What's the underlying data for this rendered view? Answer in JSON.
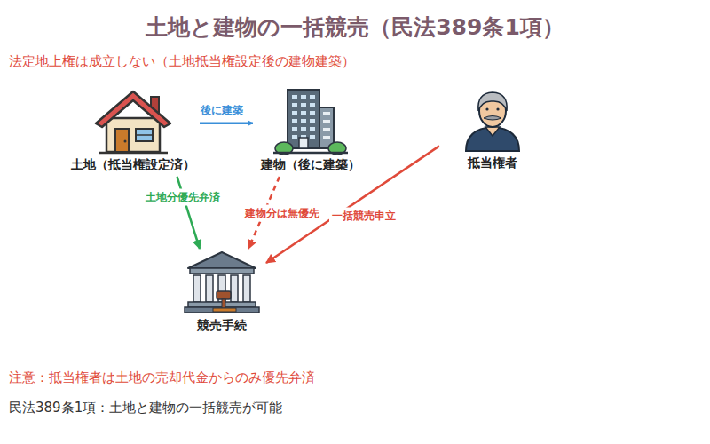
{
  "diagram": {
    "title": "土地と建物の一括競売（民法389条1項）",
    "nodes": [
      {
        "text": [
          "土地（抵当権設定済）"
        ]
      },
      {
        "text": [
          "建物（後に建築）"
        ]
      },
      {
        "text": [
          "抵当権者"
        ]
      },
      {
        "text": [
          "競売手続"
        ]
      }
    ],
    "edges": [
      {
        "from": 0,
        "to": 1,
        "label": "後に建築",
        "arrow": "to"
      },
      {
        "from": 0,
        "to": 3,
        "label": "土地分優先弁済",
        "arrow": "to"
      },
      {
        "from": 1,
        "to": 3,
        "label": "建物分は無優先",
        "arrow": "to"
      },
      {
        "from": 2,
        "to": 3,
        "label": "一括競売申立",
        "arrow": "to"
      }
    ],
    "labels": [
      "法定地上権は成立しない（土地抵当権設定後の建物建築）",
      "注意：抵当権者は土地の売却代金からのみ優先弁済",
      "民法389条1項：土地と建物の一括競売が可能"
    ]
  }
}
